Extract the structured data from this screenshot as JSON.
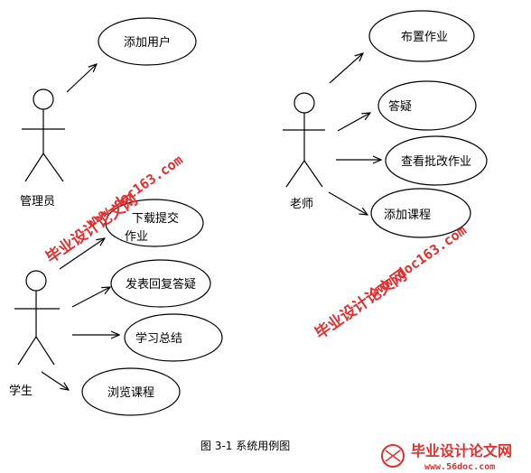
{
  "caption": "图 3-1 系统用例图",
  "actors": {
    "admin": "管理员",
    "student": "学生",
    "teacher": "老师"
  },
  "use_cases": {
    "add_user": "添加用户",
    "download_line1": "下载提交",
    "download_line2": "作业",
    "post_reply": "发表回复答疑",
    "summary": "学习总结",
    "browse": "浏览课程",
    "assign": "布置作业",
    "qa": "答疑",
    "review": "查看批改作业",
    "add_course": "添加课程"
  },
  "watermarks": {
    "site_name": "毕业设计论文网",
    "site_url": "www.doc163.com",
    "logo_name": "毕业设计论文网",
    "logo_url": "www.56doc.com"
  },
  "colors": {
    "watermark": "#e03030",
    "line": "#000000"
  }
}
